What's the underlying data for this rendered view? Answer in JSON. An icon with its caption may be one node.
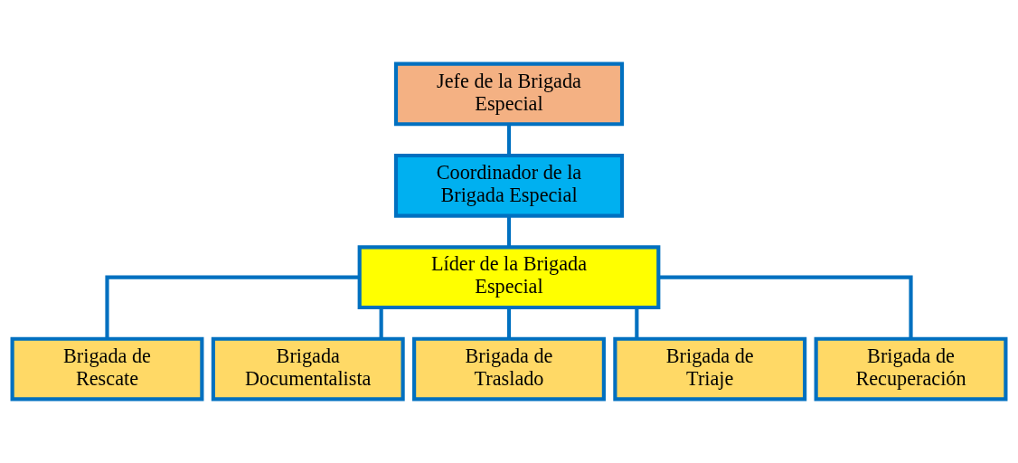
{
  "diagram": {
    "nodes": [
      {
        "text": [
          "Jefe de la Brigada Especial"
        ]
      },
      {
        "text": [
          "Coordinador de la Brigada Especial"
        ]
      },
      {
        "text": [
          "Líder de la Brigada Especial"
        ]
      },
      {
        "text": [
          "Brigada de Rescate"
        ]
      },
      {
        "text": [
          "Brigada Documentalista"
        ]
      },
      {
        "text": [
          "Brigada de Traslado"
        ]
      },
      {
        "text": [
          "Brigada de Triaje"
        ]
      },
      {
        "text": [
          "Brigada de Recuperación"
        ]
      }
    ],
    "edges": [
      {
        "from": 0,
        "to": 1,
        "arrow": "none"
      },
      {
        "from": 1,
        "to": 2,
        "arrow": "none"
      },
      {
        "from": 2,
        "to": 3,
        "arrow": "none"
      },
      {
        "from": 2,
        "to": 4,
        "arrow": "none"
      },
      {
        "from": 2,
        "to": 5,
        "arrow": "none"
      },
      {
        "from": 2,
        "to": 6,
        "arrow": "none"
      },
      {
        "from": 2,
        "to": 7,
        "arrow": "none"
      }
    ]
  }
}
